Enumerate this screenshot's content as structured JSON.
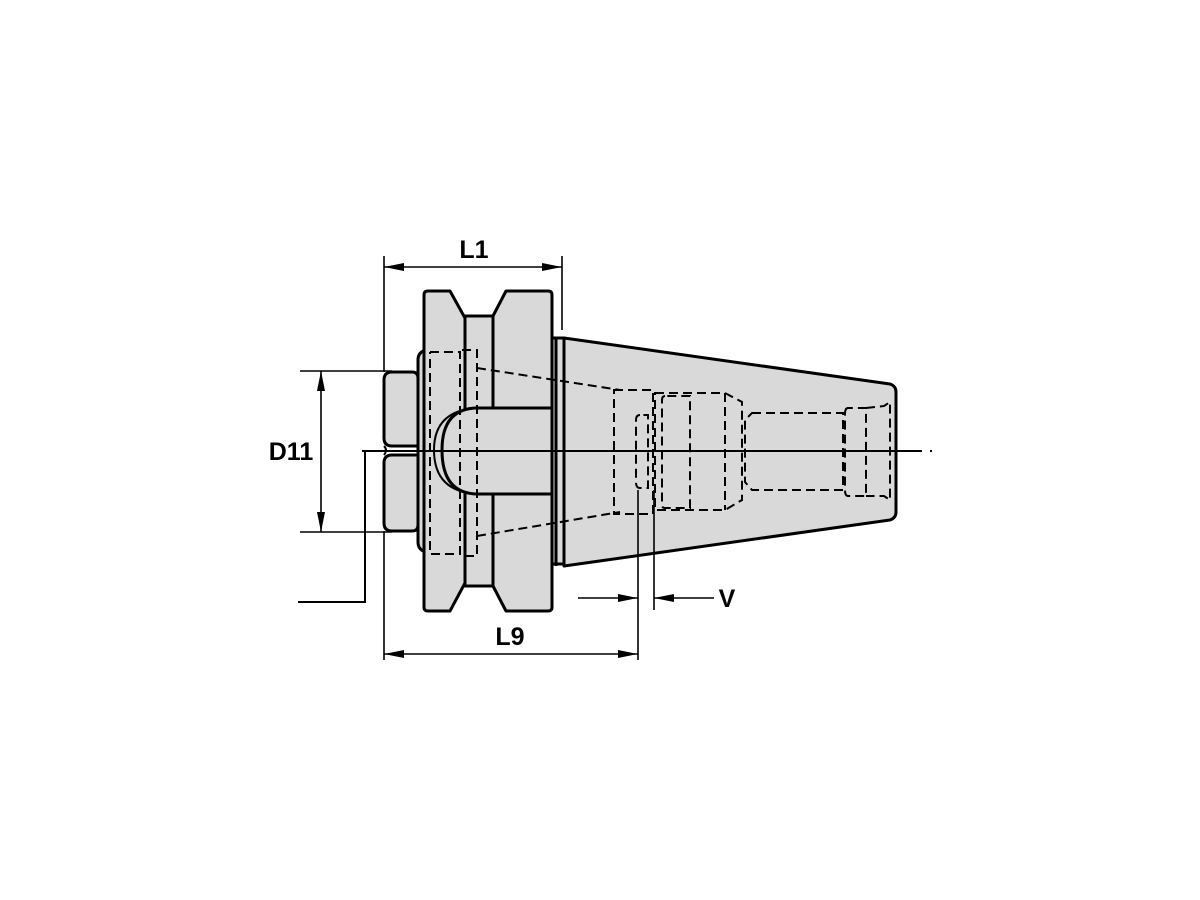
{
  "drawing": {
    "subject": "tool holder taper adapter",
    "colors": {
      "body_fill": "#d9d9d9",
      "line": "#000000",
      "background": "#ffffff"
    },
    "dimensions": {
      "L1": {
        "label": "L1"
      },
      "D11": {
        "label": "D11"
      },
      "L9": {
        "label": "L9"
      },
      "V": {
        "label": "V"
      }
    }
  }
}
